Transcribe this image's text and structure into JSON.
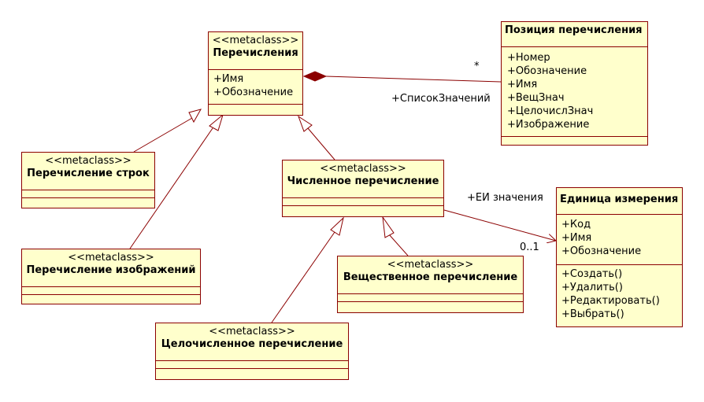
{
  "classes": {
    "enums": {
      "stereotype": "<<metaclass>>",
      "name": "Перечисления",
      "attributes": [
        "+Имя",
        "+Обозначение"
      ]
    },
    "enum_position": {
      "name": "Позиция перечисления",
      "attributes": [
        "+Номер",
        "+Обозначение",
        "+Имя",
        "+ВещЗнач",
        "+ЦелочислЗнач",
        "+Изображение"
      ]
    },
    "string_enum": {
      "stereotype": "<<metaclass>>",
      "name": "Перечисление строк"
    },
    "image_enum": {
      "stereotype": "<<metaclass>>",
      "name": "Перечисление изображений"
    },
    "numeric_enum": {
      "stereotype": "<<metaclass>>",
      "name": "Численное перечисление"
    },
    "real_enum": {
      "stereotype": "<<metaclass>>",
      "name": "Вещественное перечисление"
    },
    "integer_enum": {
      "stereotype": "<<metaclass>>",
      "name": "Целочисленное перечисление"
    },
    "unit": {
      "name": "Единица измерения",
      "attributes": [
        "+Код",
        "+Имя",
        "+Обозначение"
      ],
      "operations": [
        "+Создать()",
        "+Удалить()",
        "+Редактировать()",
        "+Выбрать()"
      ]
    }
  },
  "associations": {
    "values_role": "+СписокЗначений",
    "values_multiplicity": "*",
    "unit_role": "+ЕИ значения",
    "unit_multiplicity": "0..1"
  },
  "colors": {
    "line": "#8b0000",
    "fill": "#ffffcc"
  }
}
